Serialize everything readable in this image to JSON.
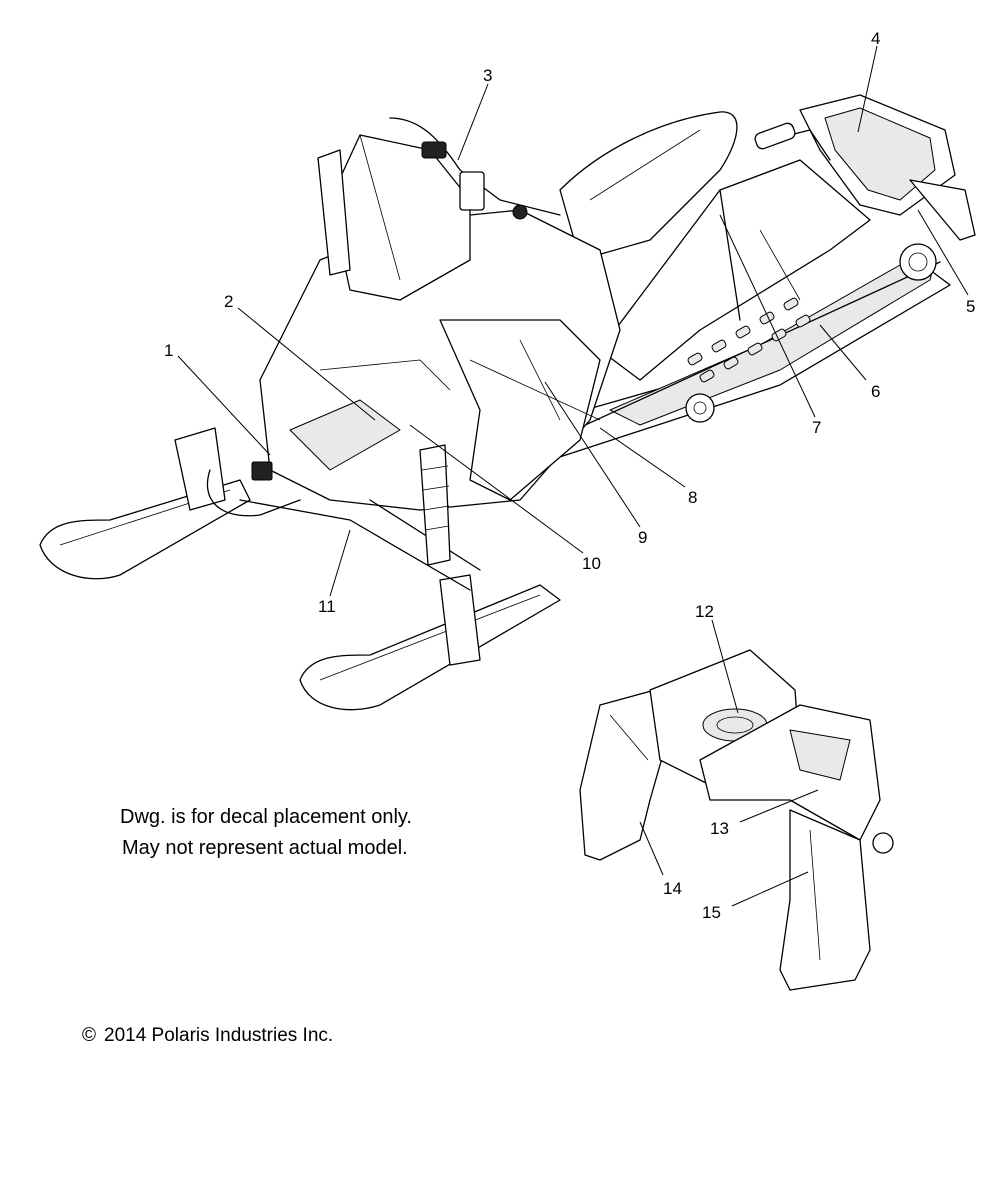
{
  "note": {
    "line1": "Dwg. is for decal placement only.",
    "line2": "May not represent actual model."
  },
  "copyright": {
    "symbol": "©",
    "text": "2014 Polaris Industries Inc."
  },
  "callouts": [
    "1",
    "2",
    "3",
    "4",
    "5",
    "6",
    "7",
    "8",
    "9",
    "10",
    "11",
    "12",
    "13",
    "14",
    "15"
  ]
}
